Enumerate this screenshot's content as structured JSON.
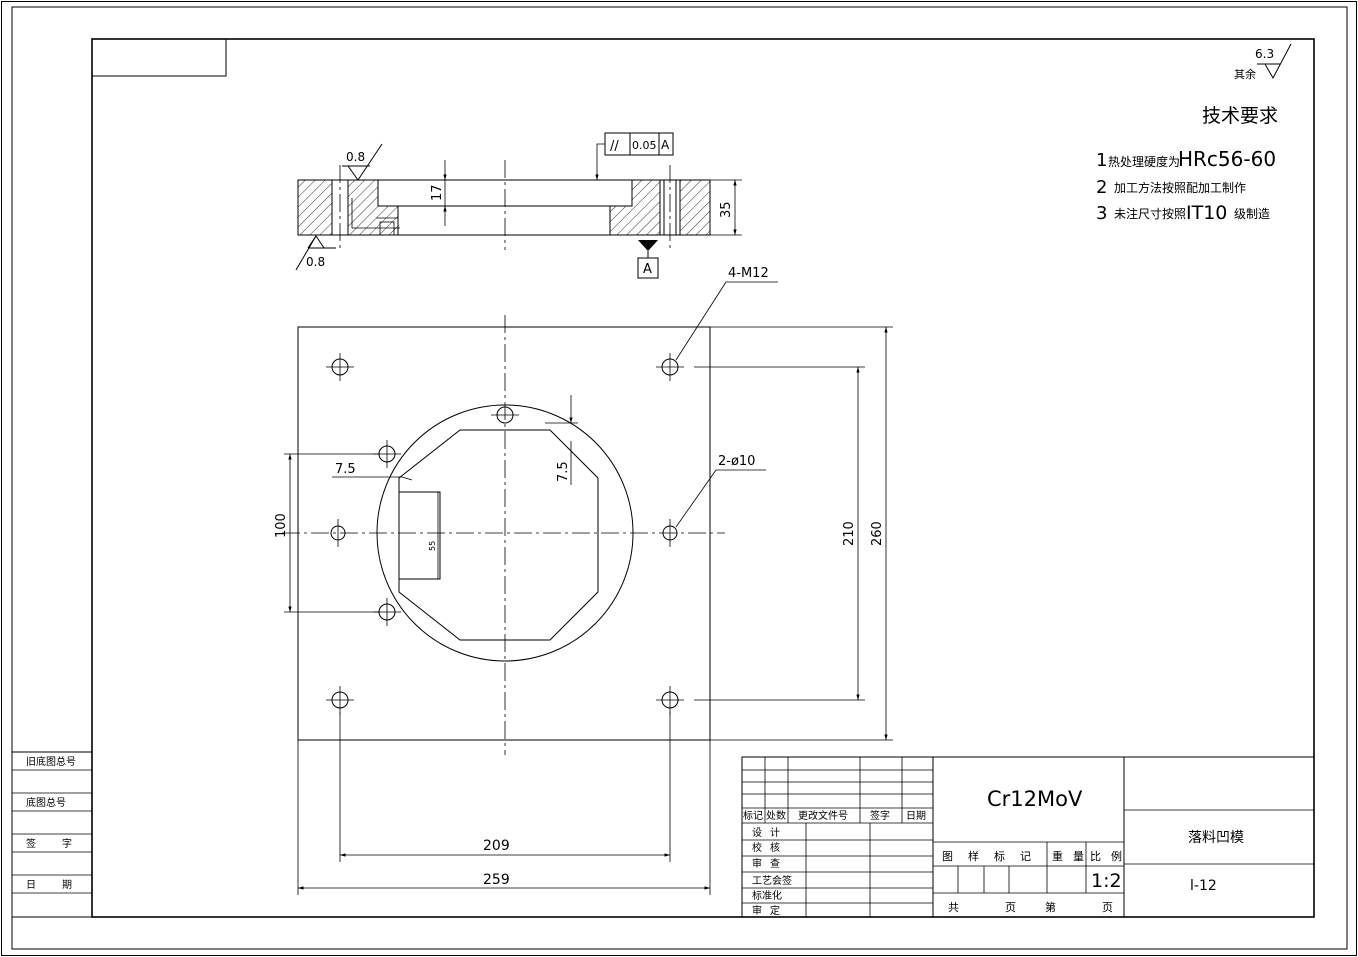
{
  "roughness": {
    "general_value": "6.3",
    "general_prefix": "其余",
    "section_top": "0.8",
    "section_bottom": "0.8"
  },
  "tolerance": {
    "symbol": "//",
    "value": "0.05",
    "datum": "A",
    "datum_label": "A"
  },
  "tech_requirements": {
    "title": "技术要求",
    "items": [
      {
        "num": "1",
        "text": "热处理硬度为",
        "spec": "HRc56-60"
      },
      {
        "num": "2",
        "text": "加工方法按照配加工制作",
        "spec": ""
      },
      {
        "num": "3",
        "text": "未注尺寸按照",
        "spec": "IT10",
        "suffix": "级制造"
      }
    ]
  },
  "section_dims": {
    "pocket_depth": "17",
    "thickness": "35"
  },
  "plan_dims": {
    "tapped_holes": "4-M12",
    "pin_holes": "2-ø10",
    "offset_x": "7.5",
    "offset_y": "7.5",
    "inner_height": "55",
    "pin_spacing": "100",
    "hole_spacing_y": "210",
    "overall_height": "260",
    "hole_spacing_x": "209",
    "overall_width": "259"
  },
  "side_table": {
    "rows": [
      "旧底图总号",
      "底图总号",
      "签字",
      "日期"
    ]
  },
  "title_block": {
    "material": "Cr12MoV",
    "part_name": "落料凹模",
    "drawing_no": "l-12",
    "scale": "1:2",
    "rev_headers": [
      "标记",
      "处数",
      "更改文件号",
      "签字",
      "日期"
    ],
    "signoff": [
      "设计",
      "校核",
      "审查",
      "工艺会签",
      "标准化",
      "审定"
    ],
    "stage_labels": [
      "图",
      "样",
      "标",
      "记"
    ],
    "weight_label": "重量",
    "scale_label": "比例",
    "sheets_total_label": "共",
    "sheets_unit1": "页",
    "sheet_no_label": "第",
    "sheets_unit2": "页"
  }
}
